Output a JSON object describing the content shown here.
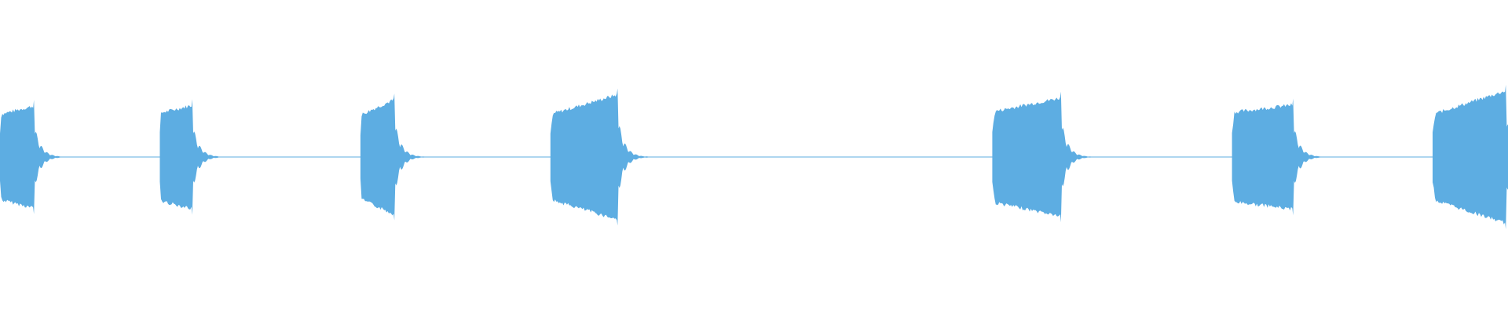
{
  "waveform": {
    "color": "#5DADE2",
    "background": "#ffffff",
    "bursts": [
      {
        "start": 0.0,
        "end": 0.022,
        "amp_start": 0.68,
        "amp_end": 0.81
      },
      {
        "start": 0.106,
        "end": 0.127,
        "amp_start": 0.7,
        "amp_end": 0.82
      },
      {
        "start": 0.239,
        "end": 0.261,
        "amp_start": 0.67,
        "amp_end": 0.91
      },
      {
        "start": 0.365,
        "end": 0.409,
        "amp_start": 0.68,
        "amp_end": 0.99
      },
      {
        "start": 0.658,
        "end": 0.703,
        "amp_start": 0.72,
        "amp_end": 0.94
      },
      {
        "start": 0.817,
        "end": 0.857,
        "amp_start": 0.71,
        "amp_end": 0.83
      },
      {
        "start": 0.95,
        "end": 0.998,
        "amp_start": 0.68,
        "amp_end": 1.05
      }
    ]
  }
}
